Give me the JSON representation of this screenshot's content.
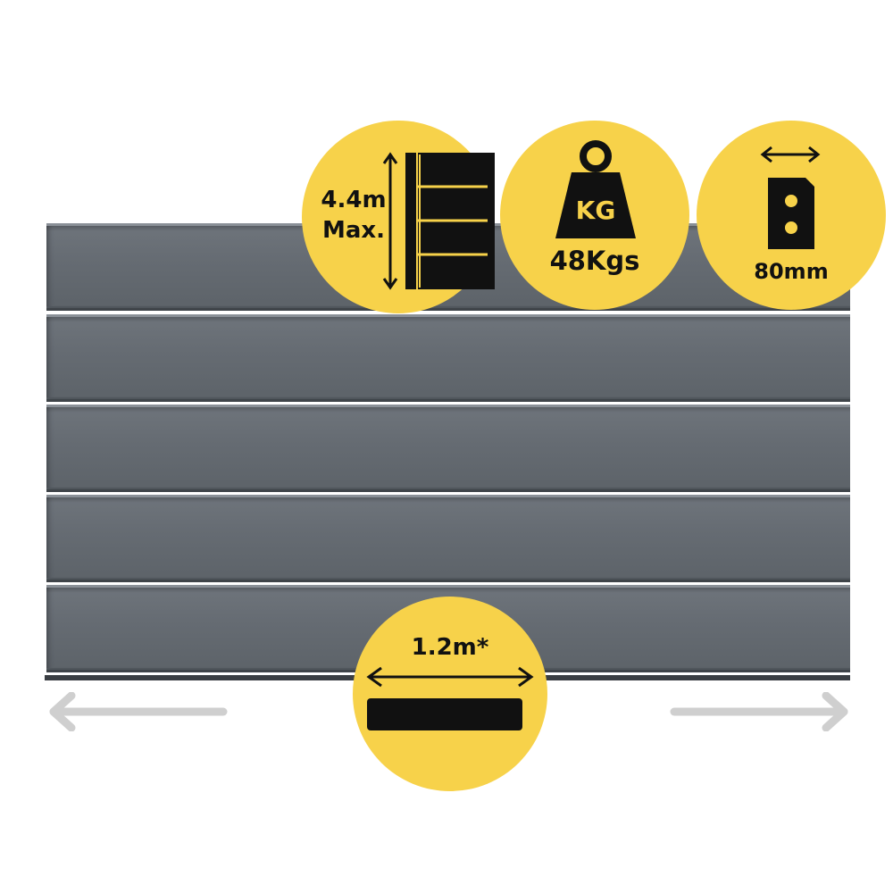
{
  "badges": {
    "height": {
      "line1": "4.4m",
      "line2": "Max.",
      "icon": "height-panel-stack-icon"
    },
    "weight": {
      "unit": "KG",
      "value": "48Kgs",
      "icon": "weight-kettlebell-icon"
    },
    "thickness": {
      "value": "80mm",
      "icon": "thickness-double-arrow-icon"
    },
    "length": {
      "value": "1.2m*",
      "icon": "length-double-arrow-icon"
    }
  },
  "colors": {
    "badge_yellow": "#f7d24a",
    "panel_grey": "#656b72",
    "arrow_grey": "#cfcfcf",
    "ink": "#111111"
  },
  "nav": {
    "left_icon": "arrow-left-icon",
    "right_icon": "arrow-right-icon"
  }
}
